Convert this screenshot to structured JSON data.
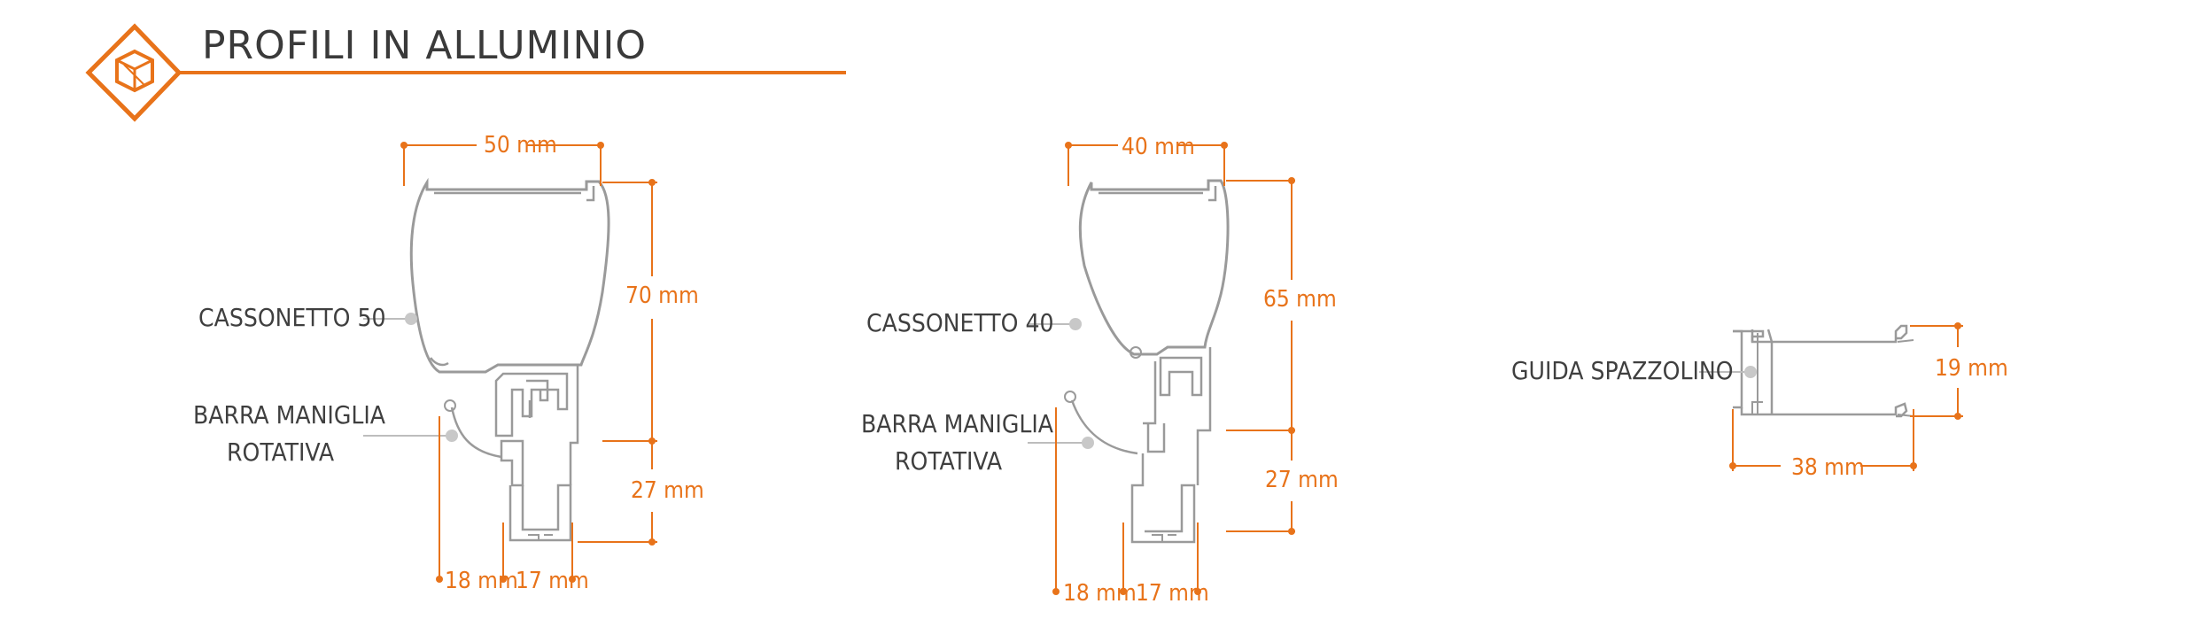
{
  "header": {
    "title": "PROFILI IN ALLUMINIO",
    "icon": "profile-cube-icon",
    "accent_color": "#e8731a"
  },
  "diagram": {
    "profiles": [
      {
        "id": "cassonetto-50",
        "labels": {
          "box": "CASSONETTO 50",
          "bar_line1": "BARRA MANIGLIA",
          "bar_line2": "ROTATIVA"
        },
        "dims": {
          "width": "50 mm",
          "height_box": "70 mm",
          "height_bar": "27 mm",
          "bottom_left": "18 mm",
          "bottom_right": "17 mm"
        }
      },
      {
        "id": "cassonetto-40",
        "labels": {
          "box": "CASSONETTO 40",
          "bar_line1": "BARRA MANIGLIA",
          "bar_line2": "ROTATIVA"
        },
        "dims": {
          "width": "40 mm",
          "height_box": "65 mm",
          "height_bar": "27 mm",
          "bottom_left": "18 mm",
          "bottom_right": "17 mm"
        }
      },
      {
        "id": "guida-spazzolino",
        "labels": {
          "guide": "GUIDA SPAZZOLINO"
        },
        "dims": {
          "height": "19 mm",
          "width": "38 mm"
        }
      }
    ],
    "colors": {
      "dimension": "#e8731a",
      "profile_stroke": "#9a9a9a",
      "leader": "#bdbdbd",
      "label": "#3f3f3f"
    }
  }
}
